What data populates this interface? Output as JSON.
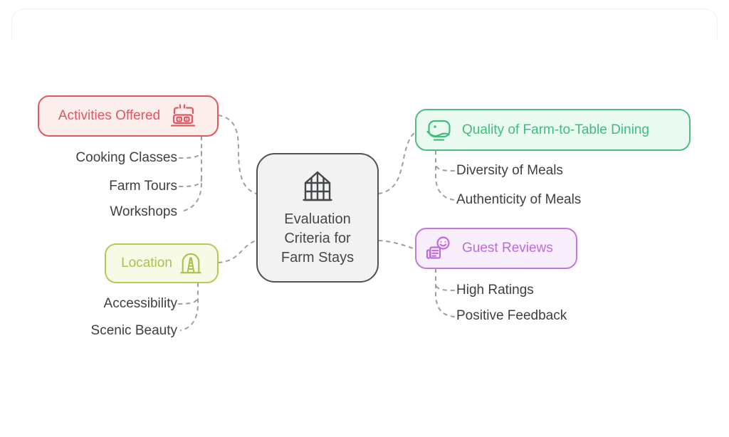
{
  "colors": {
    "canvas_bg": "#ffffff",
    "connector": "#9ba0a5",
    "card_edge": "#f0f0f1",
    "child_text": "#3d4043"
  },
  "center": {
    "icon": "greenhouse-icon",
    "lines": [
      "Evaluation",
      "Criteria for",
      "Farm Stays"
    ],
    "border": "#4f5356",
    "bg": "#f2f2f3",
    "text_color": "#44484b"
  },
  "branches": [
    {
      "label": "Activities Offered",
      "icon": "classroom-presentation-icon",
      "text_color": "#e1575f",
      "border": "#dc5960",
      "bg": "#fdeeee",
      "children": [
        "Cooking Classes",
        "Farm Tours",
        "Workshops"
      ]
    },
    {
      "label": "Location",
      "icon": "tunnel-track-icon",
      "text_color": "#a8c24a",
      "border": "#b2cb55",
      "bg": "#f7fae6",
      "children": [
        "Accessibility",
        "Scenic Beauty"
      ]
    },
    {
      "label": "Quality of Farm-to-Table Dining",
      "icon": "dining-bubble-icon",
      "text_color": "#3fbd7c",
      "border": "#52bb7f",
      "bg": "#eafaf0",
      "children": [
        "Diversity of Meals",
        "Authenticity of Meals"
      ]
    },
    {
      "label": "Guest Reviews",
      "icon": "feedback-smiley-icon",
      "text_color": "#bd6ce0",
      "border": "#c278dd",
      "bg": "#f9effc",
      "children": [
        "High Ratings",
        "Positive Feedback"
      ]
    }
  ]
}
